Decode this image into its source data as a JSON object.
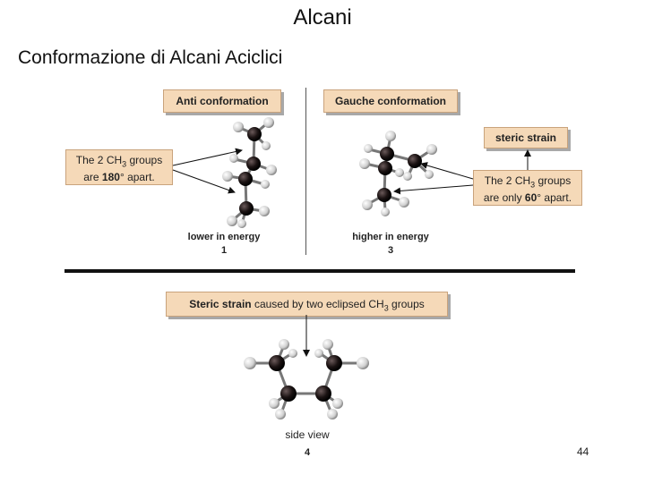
{
  "slide": {
    "title": "Alcani",
    "subtitle": "Conformazione di Alcani Aciclici",
    "page_number": "44"
  },
  "anti": {
    "header": "Anti conformation",
    "note_line1": "The 2 CH",
    "note_sub1": "3",
    "note_line1_end": " groups",
    "note_line2_a": "are ",
    "note_line2_b": "180",
    "note_line2_c": "° apart.",
    "energy_label": "lower in energy",
    "number": "1"
  },
  "gauche": {
    "header": "Gauche conformation",
    "steric_label": "steric strain",
    "note_line1": "The 2 CH",
    "note_sub1": "3",
    "note_line1_end": " groups",
    "note_line2_a": "are only ",
    "note_line2_b": "60",
    "note_line2_c": "° apart.",
    "energy_label": "higher in energy",
    "number": "3"
  },
  "eclipsed": {
    "header_bold": "Steric strain",
    "header_rest": " caused by two eclipsed CH",
    "header_sub": "3",
    "header_end": " groups",
    "caption": "side view",
    "number": "4"
  },
  "colors": {
    "box_fill": "#f5d9b8",
    "carbon": "#1a1212",
    "hydrogen": "#d8d8d8"
  }
}
